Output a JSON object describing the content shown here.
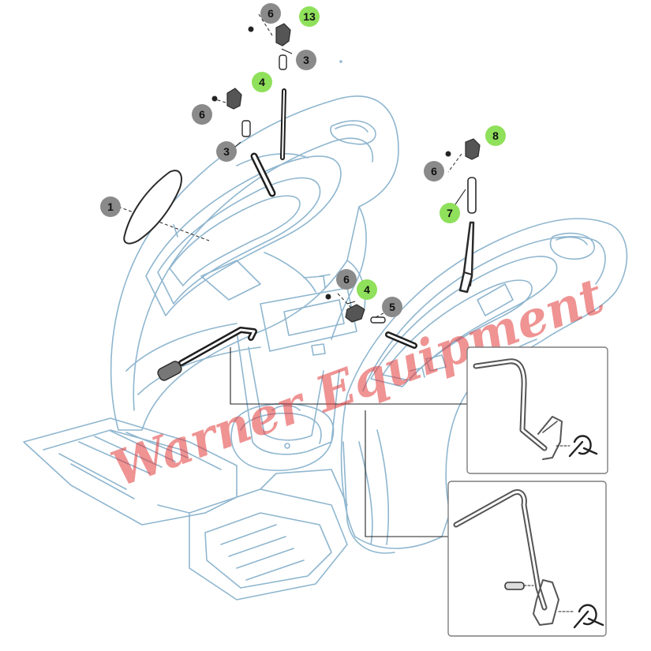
{
  "watermark": "Warner Equipment",
  "colors": {
    "outline": "#8fb6cf",
    "outline_dark": "#5f8fb0",
    "part": "#2a2a2a",
    "badge_grey": "#8a8a8a",
    "badge_green": "#8fe05a",
    "panel_border": "#7d7d7d",
    "watermark": "#e23b3b"
  },
  "callouts": [
    {
      "id": "c6a",
      "label": "6",
      "style": "grey"
    },
    {
      "id": "c13",
      "label": "13",
      "style": "green"
    },
    {
      "id": "c3a",
      "label": "3",
      "style": "grey"
    },
    {
      "id": "c4a",
      "label": "4",
      "style": "green"
    },
    {
      "id": "c6b",
      "label": "6",
      "style": "grey"
    },
    {
      "id": "c3b",
      "label": "3",
      "style": "grey"
    },
    {
      "id": "c1",
      "label": "1",
      "style": "grey"
    },
    {
      "id": "c8",
      "label": "8",
      "style": "green"
    },
    {
      "id": "c6c",
      "label": "6",
      "style": "grey"
    },
    {
      "id": "c7",
      "label": "7",
      "style": "green"
    },
    {
      "id": "c6d",
      "label": "6",
      "style": "grey"
    },
    {
      "id": "c4b",
      "label": "4",
      "style": "green"
    },
    {
      "id": "c5",
      "label": "5",
      "style": "grey"
    }
  ],
  "detail_panels": [
    {
      "id": "detail-upper",
      "content": "lever-detail"
    },
    {
      "id": "detail-lower",
      "content": "lever-detail"
    }
  ]
}
